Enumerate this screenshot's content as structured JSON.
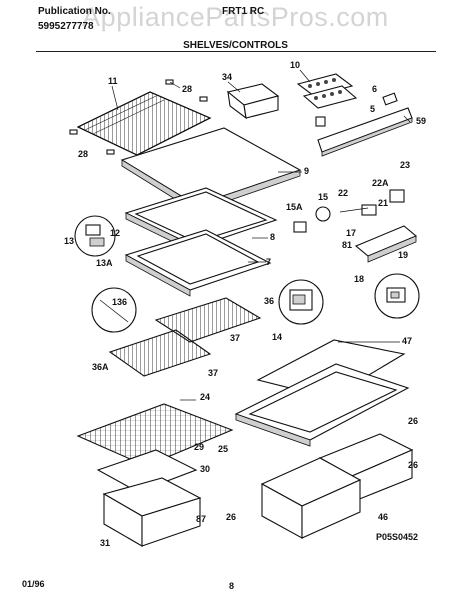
{
  "header": {
    "publication_label": "Publication No.",
    "publication_number": "5995277778",
    "model": "FRT1 RC",
    "section": "SHELVES/CONTROLS",
    "watermark": "AppliancePartsPros.com"
  },
  "footer": {
    "date": "01/96",
    "page": "8",
    "drawing_id": "P05S0452"
  },
  "callouts": [
    "11",
    "28",
    "34",
    "10",
    "6",
    "5",
    "59",
    "28",
    "9",
    "23",
    "22A",
    "22",
    "21",
    "15",
    "15A",
    "8",
    "12",
    "13",
    "13A",
    "17",
    "81",
    "19",
    "7",
    "18",
    "136",
    "36",
    "14",
    "37",
    "36A",
    "37",
    "47",
    "24",
    "26",
    "29",
    "30",
    "25",
    "26",
    "26",
    "46",
    "87",
    "31"
  ]
}
